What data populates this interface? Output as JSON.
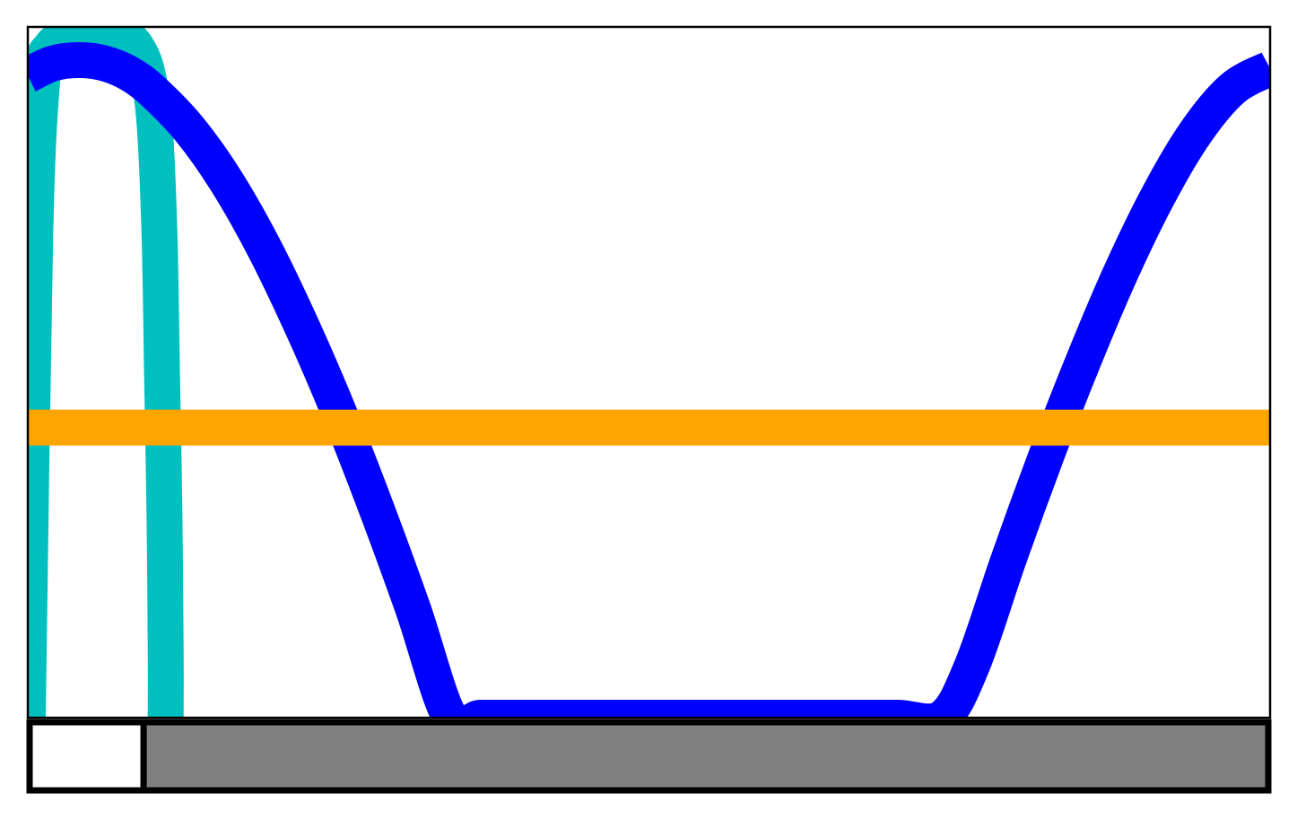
{
  "chart_data": {
    "type": "line",
    "title": "",
    "xlabel": "",
    "ylabel": "",
    "xlim": [
      0,
      1
    ],
    "ylim": [
      0,
      1
    ],
    "grid": false,
    "legend": "none",
    "series": [
      {
        "color": "#00bfbf",
        "x": [
          0.0,
          0.006,
          0.012,
          0.018,
          0.03,
          0.05,
          0.07,
          0.08,
          0.088,
          0.096,
          0.102,
          0.106,
          0.108,
          0.11,
          0.111,
          0.111
        ],
        "y": [
          0.0,
          0.7,
          0.93,
          0.97,
          0.985,
          0.99,
          0.99,
          0.985,
          0.97,
          0.935,
          0.86,
          0.7,
          0.5,
          0.3,
          0.1,
          0.0
        ]
      },
      {
        "color": "#0000ff",
        "x": [
          0.0,
          0.02,
          0.04,
          0.06,
          0.08,
          0.1,
          0.13,
          0.16,
          0.19,
          0.22,
          0.25,
          0.28,
          0.31,
          0.34,
          0.364,
          0.38,
          0.42,
          0.46,
          0.5,
          0.54,
          0.58,
          0.62,
          0.66,
          0.7,
          0.736,
          0.76,
          0.79,
          0.82,
          0.85,
          0.88,
          0.91,
          0.94,
          0.97,
          1.0
        ],
        "y": [
          0.93,
          0.947,
          0.952,
          0.948,
          0.934,
          0.908,
          0.852,
          0.776,
          0.681,
          0.569,
          0.444,
          0.306,
          0.158,
          0.0,
          0.0,
          0.0,
          0.0,
          0.0,
          0.0,
          0.0,
          0.0,
          0.0,
          0.0,
          0.0,
          0.0,
          0.075,
          0.232,
          0.38,
          0.518,
          0.645,
          0.756,
          0.847,
          0.911,
          0.94
        ]
      },
      {
        "color": "#ffa500",
        "x": [
          0.0,
          1.0
        ],
        "y": [
          0.42,
          0.42
        ]
      }
    ],
    "bottom_bar": {
      "segments": [
        {
          "fraction": 0.092,
          "color": "#ffffff"
        },
        {
          "fraction": 0.908,
          "color": "#808080"
        }
      ]
    }
  }
}
